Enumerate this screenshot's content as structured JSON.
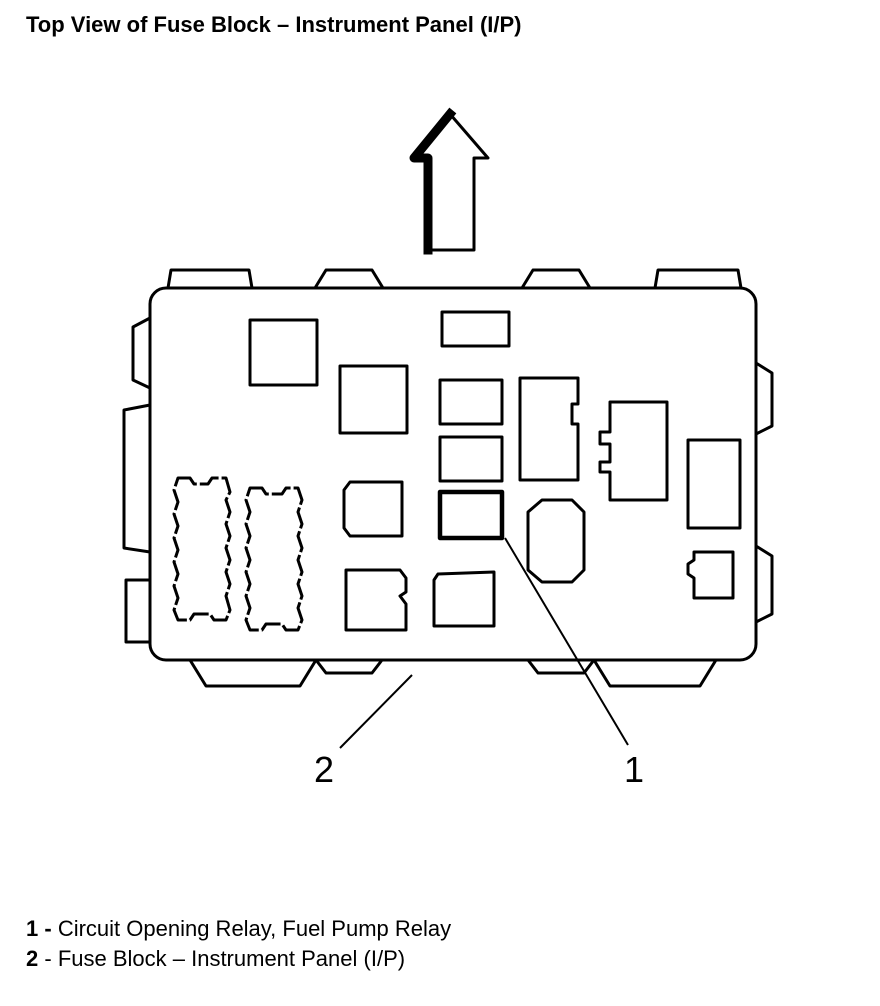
{
  "title": "Top View of Fuse Block – Instrument Panel (I/P)",
  "callouts": [
    {
      "number": "1"
    },
    {
      "number": "2"
    }
  ],
  "legend": [
    {
      "number": "1",
      "separator": " - ",
      "text": "Circuit Opening Relay, Fuel Pump Relay"
    },
    {
      "number": "2",
      "separator": " - ",
      "text": "Fuse Block – Instrument Panel (I/P)"
    }
  ]
}
